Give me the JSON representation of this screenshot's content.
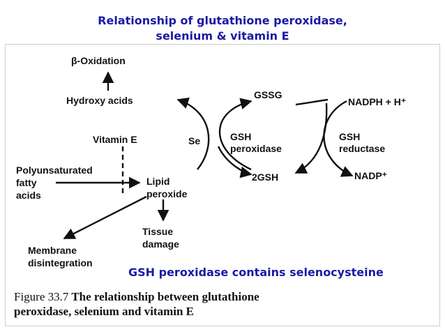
{
  "title": {
    "line1": "Relationship of glutathione peroxidase,",
    "line2": "selenium & vitamin E"
  },
  "diagram": {
    "beta_oxidation": "β-Oxidation",
    "hydroxy_acids": "Hydroxy acids",
    "gssg": "GSSG",
    "nadph": "NADPH + H⁺",
    "vitamin_e": "Vitamin E",
    "se": "Se",
    "gsh_peroxidase_1": "GSH",
    "gsh_peroxidase_2": "peroxidase",
    "gsh_reductase_1": "GSH",
    "gsh_reductase_2": "reductase",
    "pufa_1": "Polyunsaturated",
    "pufa_2": "fatty",
    "pufa_3": "acids",
    "lipid_peroxide_1": "Lipid",
    "lipid_peroxide_2": "peroxide",
    "two_gsh": "2GSH",
    "nadp": "NADP⁺",
    "tissue_damage_1": "Tissue",
    "tissue_damage_2": "damage",
    "membrane_1": "Membrane",
    "membrane_2": "disintegration"
  },
  "note": "GSH peroxidase contains selenocysteine",
  "caption": {
    "figure_label": "Figure 33.7",
    "line1": "The relationship between glutathione",
    "line2": "peroxidase, selenium and vitamin E"
  }
}
